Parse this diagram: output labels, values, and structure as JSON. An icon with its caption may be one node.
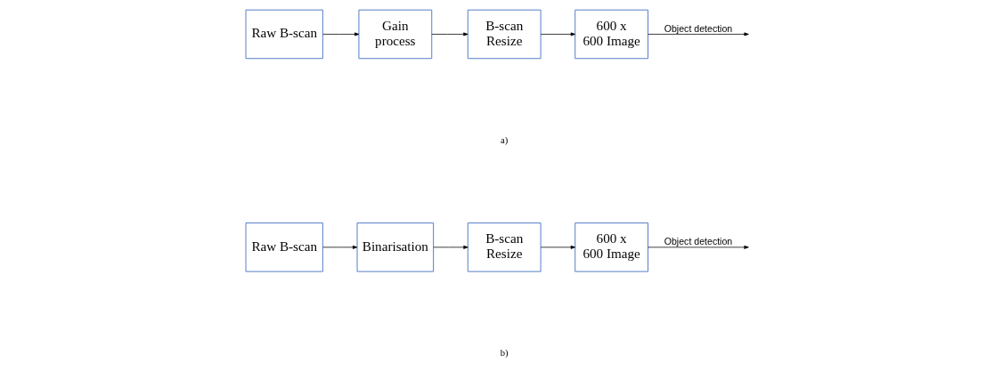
{
  "diagram": {
    "nodes": [
      {
        "text": [
          "Raw B-scan"
        ]
      },
      {
        "text": [
          "Gain process"
        ]
      },
      {
        "text": [
          "B-scan Resize"
        ]
      },
      {
        "text": [
          "600 x 600 Image"
        ]
      },
      {
        "text": [
          "Raw B-scan"
        ]
      },
      {
        "text": [
          "Binarisation"
        ]
      },
      {
        "text": [
          "B-scan Resize"
        ]
      },
      {
        "text": [
          "600 x 600 Image"
        ]
      }
    ],
    "edges": [
      {
        "from": 0,
        "to": 1,
        "arrow": "to"
      },
      {
        "from": 1,
        "to": 2,
        "arrow": "to"
      },
      {
        "from": 2,
        "to": 3,
        "arrow": "to"
      },
      {
        "from": 3,
        "to": null,
        "arrow": "to",
        "label": "Object detection"
      },
      {
        "from": 4,
        "to": 5,
        "arrow": "to"
      },
      {
        "from": 5,
        "to": 6,
        "arrow": "to"
      },
      {
        "from": 6,
        "to": 7,
        "arrow": "to"
      },
      {
        "from": 7,
        "to": null,
        "arrow": "to",
        "label": "Object detection"
      }
    ],
    "labels": [
      "a)",
      "b)"
    ]
  }
}
